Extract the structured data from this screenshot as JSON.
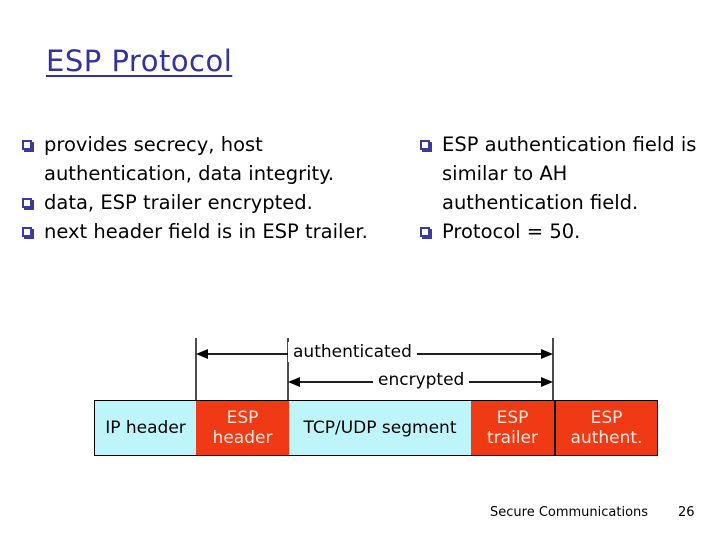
{
  "slide": {
    "title": "ESP Protocol",
    "title_color": "#3333A0",
    "background_color": "#FFFFFF"
  },
  "bullets": {
    "marker_glyph": "square",
    "marker_color": "#3B3B9E",
    "left_column": [
      "provides secrecy, host authentication, data integrity.",
      "data, ESP trailer encrypted.",
      "next header field is in ESP trailer."
    ],
    "right_column": [
      "ESP authentication field is similar to AH authentication field.",
      "Protocol = 50."
    ]
  },
  "diagram": {
    "arrows": [
      {
        "label": "authenticated",
        "direction": "double"
      },
      {
        "label": "encrypted",
        "direction": "double"
      }
    ],
    "packet_boxes": [
      {
        "label": "IP header",
        "color": "#BDF5FB",
        "text_color": "#000000"
      },
      {
        "label": "ESP\nheader",
        "color": "#F03A15",
        "text_color": "#FFE8DC"
      },
      {
        "label": "TCP/UDP segment",
        "color": "#BDF5FB",
        "text_color": "#000000"
      },
      {
        "label": "ESP\ntrailer",
        "color": "#F03A15",
        "text_color": "#FFE8DC"
      },
      {
        "label": "ESP\nauthent.",
        "color": "#F03A15",
        "text_color": "#FFE8DC"
      }
    ]
  },
  "footer": {
    "subject": "Secure Communications",
    "page_number": "26"
  }
}
